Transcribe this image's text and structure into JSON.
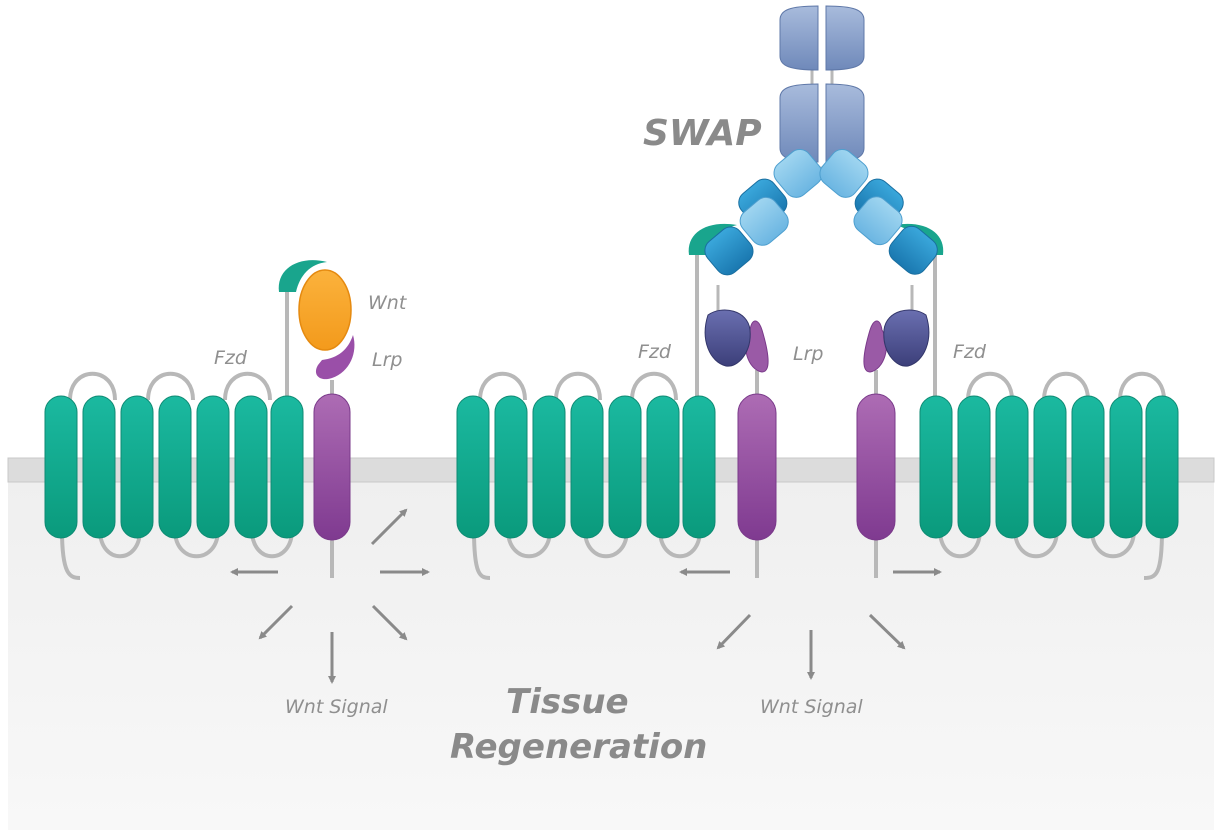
{
  "labels": {
    "fzd": "Fzd",
    "lrp": "Lrp",
    "wnt": "Wnt",
    "wnt_signal": "Wnt Signal",
    "swap": "SWAP",
    "tissue": "Tissue",
    "regeneration": "Regeneration"
  },
  "colors": {
    "fzd_teal": "#13a68c",
    "lrp_purple": "#9a5aa6",
    "wnt_orange": "#f6a623",
    "antibody_fc": "#7f98c4",
    "antibody_fab_dark": "#2a8fc4",
    "antibody_fab_light": "#7cc3e8",
    "lrp_binder": "#4a4f8c",
    "membrane": "#d9d9d9",
    "arrow": "#8a8a8a"
  },
  "icons": [
    "fzd-receptor-icon",
    "lrp-receptor-icon",
    "wnt-ligand-icon",
    "swap-antibody-icon",
    "arrow-icon"
  ]
}
